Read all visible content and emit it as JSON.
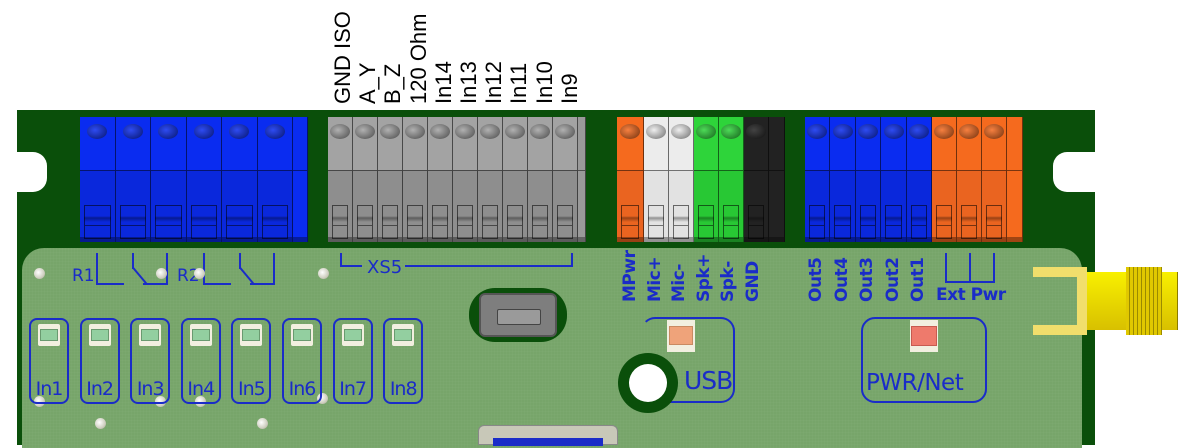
{
  "board": {
    "top_labels": [
      "GND ISO",
      "A_Y",
      "B_Z",
      "120 Ohm",
      "In14",
      "In13",
      "In12",
      "In11",
      "In10",
      "In9"
    ],
    "relay_labels": [
      "R1",
      "R2"
    ],
    "xs5_label": "XS5",
    "audio_labels": [
      "MPwr",
      "Mic+",
      "Mic-",
      "Spk+",
      "Spk-",
      "GND"
    ],
    "out_labels": [
      "Out5",
      "Out4",
      "Out3",
      "Out2",
      "Out1"
    ],
    "ext_pwr_label": "Ext Pwr",
    "inputs": [
      "In1",
      "In2",
      "In3",
      "In4",
      "In5",
      "In6",
      "In7",
      "In8"
    ],
    "usb_label": "USB",
    "pwr_net_label": "PWR/Net",
    "colors": {
      "blue_terminal": "#0a2cf0",
      "gray_terminal": "#9a9a9a",
      "orange_terminal": "#f56a1e",
      "white_terminal": "#ececec",
      "green_terminal": "#2ed43a",
      "black_terminal": "#222222",
      "silkscreen": "#1a2cc8",
      "usb_led": "#efa37a",
      "pwr_led": "#ee7a6c"
    }
  }
}
